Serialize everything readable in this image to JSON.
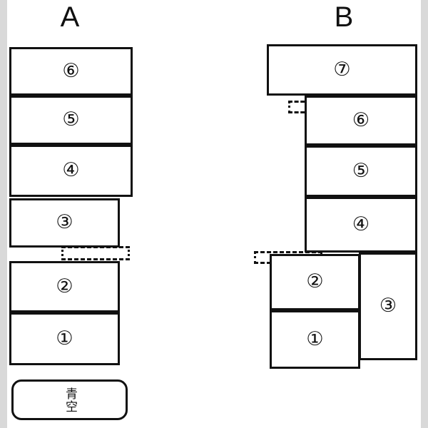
{
  "diagram": {
    "title_a": "A",
    "title_b": "B",
    "plate_label": "青空",
    "background_color": "#ffffff",
    "gutter_color": "#d9d9d9",
    "line_color": "#111111"
  },
  "columns": [
    {
      "name": "A",
      "label": "A",
      "units": [
        {
          "id": "a6",
          "label": "⑥",
          "number": 6
        },
        {
          "id": "a5",
          "label": "⑤",
          "number": 5
        },
        {
          "id": "a4",
          "label": "④",
          "number": 4
        },
        {
          "id": "a3",
          "label": "③",
          "number": 3
        },
        {
          "id": "a2",
          "label": "②",
          "number": 2
        },
        {
          "id": "a1",
          "label": "①",
          "number": 1
        }
      ],
      "plate": {
        "label": "青空"
      }
    },
    {
      "name": "B",
      "label": "B",
      "units": [
        {
          "id": "b7",
          "label": "⑦",
          "number": 7
        },
        {
          "id": "b6",
          "label": "⑥",
          "number": 6
        },
        {
          "id": "b5",
          "label": "⑤",
          "number": 5
        },
        {
          "id": "b4",
          "label": "④",
          "number": 4
        },
        {
          "id": "b3",
          "label": "③",
          "number": 3
        },
        {
          "id": "b2",
          "label": "②",
          "number": 2
        },
        {
          "id": "b1",
          "label": "①",
          "number": 1
        }
      ]
    }
  ]
}
